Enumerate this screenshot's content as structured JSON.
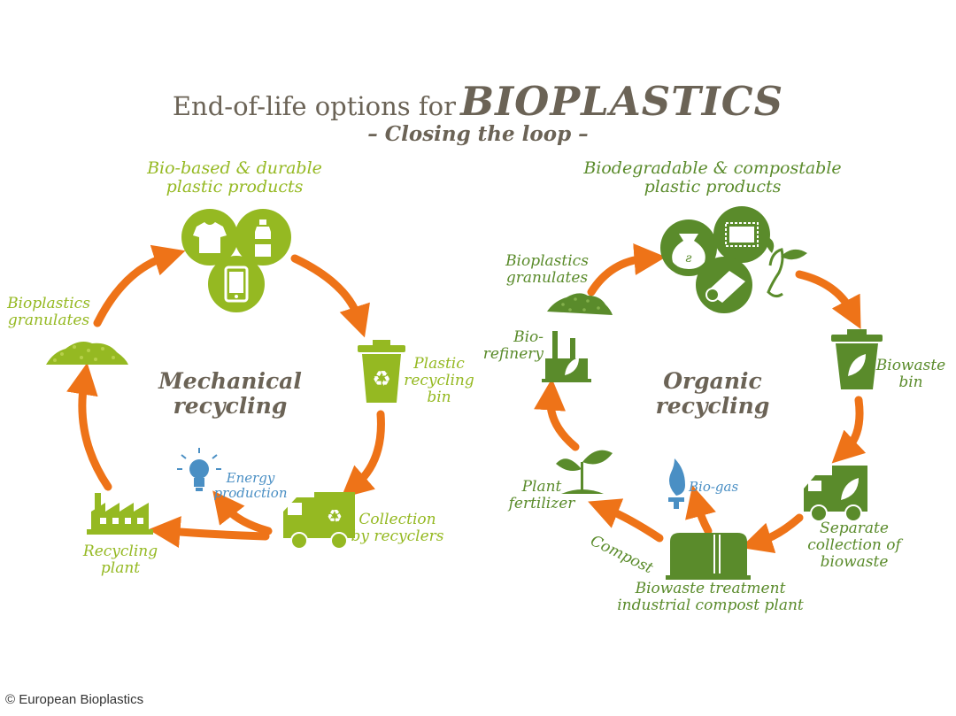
{
  "header": {
    "title_prefix": "End-of-life options for",
    "title_main": "BIOPLASTICS",
    "subtitle": "– Closing the loop –"
  },
  "left_cycle": {
    "heading_line1": "Bio-based & durable",
    "heading_line2": "plastic products",
    "hub_line1": "Mechanical",
    "hub_line2": "recycling",
    "bin_label": [
      "Plastic",
      "recycling",
      "bin"
    ],
    "collection_label": [
      "Collection",
      "by recyclers"
    ],
    "energy_label": [
      "Energy",
      "production"
    ],
    "plant_label": [
      "Recycling",
      "plant"
    ],
    "granulates_label": [
      "Bioplastics",
      "granulates"
    ]
  },
  "right_cycle": {
    "heading_line1": "Biodegradable & compostable",
    "heading_line2": "plastic products",
    "hub_line1": "Organic",
    "hub_line2": "recycling",
    "bin_label": [
      "Biowaste",
      "bin"
    ],
    "collection_label": [
      "Separate",
      "collection of",
      "biowaste"
    ],
    "treatment_label": [
      "Biowaste treatment",
      "industrial compost plant"
    ],
    "biogas_label": "Bio-gas",
    "compost_label": "Compost",
    "fertilizer_label": [
      "Plant",
      "fertilizer"
    ],
    "biorefinery_label": [
      "Bio-",
      "refinery"
    ],
    "granulates_label": [
      "Bioplastics",
      "granulates"
    ]
  },
  "colors": {
    "lime": "#95b922",
    "dark_green": "#5a8b2b",
    "orange": "#ee7318",
    "brown": "#6b6356",
    "blue": "#4a8fc4"
  },
  "icons": [
    "t-shirt-icon",
    "bottle-icon",
    "phone-icon",
    "recycling-bin-icon",
    "truck-icon",
    "light-bulb-icon",
    "factory-icon",
    "granulate-pile-icon",
    "compost-bag-icon",
    "film-bag-icon",
    "roll-icon",
    "seedling-logo-icon",
    "biowaste-bin-icon",
    "leaf-truck-icon",
    "compost-plant-icon",
    "flame-icon",
    "sprout-icon",
    "biorefinery-icon"
  ],
  "footer": {
    "copyright": "© European Bioplastics"
  }
}
